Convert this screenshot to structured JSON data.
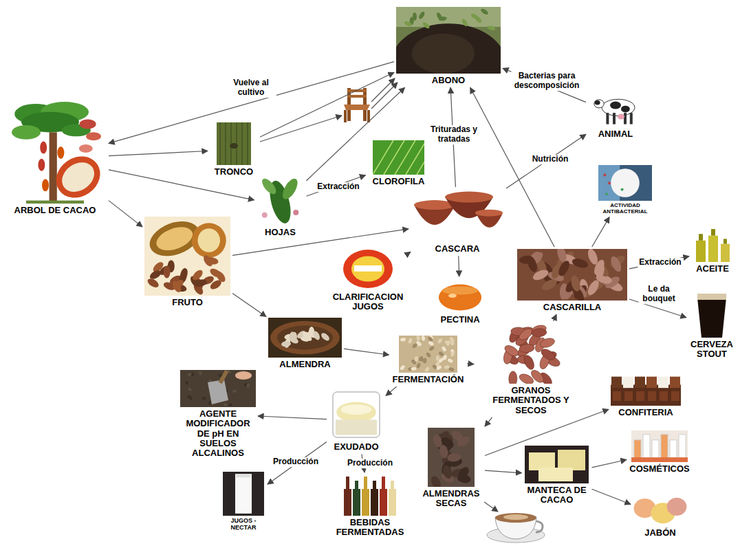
{
  "diagram": {
    "nodes": [
      {
        "text": [
          "ARBOL DE CACAO"
        ]
      },
      {
        "text": [
          "ABONO"
        ]
      },
      {
        "text": [
          "TRONCO"
        ]
      },
      {
        "text": [
          "HOJAS"
        ]
      },
      {
        "text": [
          "CLOROFILA"
        ]
      },
      {
        "text": [
          "ANIMAL"
        ]
      },
      {
        "text": [
          "ACTIVIDAD ANTIBACTERIAL"
        ]
      },
      {
        "text": [
          "FRUTO"
        ]
      },
      {
        "text": [
          "CASCARA"
        ]
      },
      {
        "text": [
          "CLARIFICACION JUGOS"
        ]
      },
      {
        "text": [
          "PECTINA"
        ]
      },
      {
        "text": [
          "CASCARILLA"
        ]
      },
      {
        "text": [
          "ACEITE"
        ]
      },
      {
        "text": [
          "CERVEZA STOUT"
        ]
      },
      {
        "text": [
          "ALMENDRA"
        ]
      },
      {
        "text": [
          "FERMENTACIÓN"
        ]
      },
      {
        "text": [
          "GRANOS FERMENTADOS Y SECOS"
        ]
      },
      {
        "text": [
          "AGENTE MODIFICADOR DE pH EN SUELOS ALCALINOS"
        ]
      },
      {
        "text": [
          "EXUDADO"
        ]
      },
      {
        "text": [
          "CONFITERIA"
        ]
      },
      {
        "text": [
          "COSMÉTICOS"
        ]
      },
      {
        "text": [
          "ALMENDRAS SECAS"
        ]
      },
      {
        "text": [
          "MANTECA DE CACAO"
        ]
      },
      {
        "text": [
          "JABÓN"
        ]
      },
      {
        "text": [
          "JUGOS - NECTAR"
        ]
      },
      {
        "text": [
          "BEBIDAS FERMENTADAS"
        ]
      }
    ],
    "edges": [
      {
        "from": 1,
        "to": 0,
        "label": "Vuelve al cultivo",
        "arrow": "to"
      },
      {
        "from": 0,
        "to": 2,
        "arrow": "to"
      },
      {
        "from": 0,
        "to": 3,
        "arrow": "to"
      },
      {
        "from": 0,
        "to": 7,
        "arrow": "to"
      },
      {
        "from": 2,
        "to": 1,
        "arrow": "to"
      },
      {
        "from": 3,
        "to": 1,
        "arrow": "to"
      },
      {
        "from": 3,
        "to": 4,
        "label": "Extracción",
        "arrow": "to"
      },
      {
        "from": 7,
        "to": 8,
        "arrow": "to"
      },
      {
        "from": 7,
        "to": 14,
        "arrow": "to"
      },
      {
        "from": 8,
        "to": 1,
        "label": "Trituradas y tratadas",
        "arrow": "to"
      },
      {
        "from": 8,
        "to": 5,
        "label": "Nutrición",
        "arrow": "to"
      },
      {
        "from": 5,
        "to": 1,
        "label": "Bacterias para descomposición",
        "arrow": "to"
      },
      {
        "from": 8,
        "to": 9,
        "arrow": "to"
      },
      {
        "from": 8,
        "to": 10,
        "arrow": "to"
      },
      {
        "from": 11,
        "to": 1,
        "arrow": "to"
      },
      {
        "from": 11,
        "to": 6,
        "arrow": "to"
      },
      {
        "from": 11,
        "to": 12,
        "label": "Extracción",
        "arrow": "to"
      },
      {
        "from": 11,
        "to": 13,
        "label": "Le da bouquet",
        "arrow": "to"
      },
      {
        "from": 14,
        "to": 15,
        "arrow": "to"
      },
      {
        "from": 15,
        "to": 16,
        "arrow": "to"
      },
      {
        "from": 16,
        "to": 11,
        "arrow": "to"
      },
      {
        "from": 15,
        "to": 18,
        "arrow": "to"
      },
      {
        "from": 18,
        "to": 17,
        "arrow": "to"
      },
      {
        "from": 18,
        "to": 24,
        "label": "Producción",
        "arrow": "to"
      },
      {
        "from": 18,
        "to": 25,
        "label": "Producción",
        "arrow": "to"
      },
      {
        "from": 16,
        "to": 21,
        "arrow": "to"
      },
      {
        "from": 21,
        "to": 19,
        "arrow": "to"
      },
      {
        "from": 21,
        "to": 22,
        "arrow": "to"
      },
      {
        "from": 22,
        "to": 20,
        "arrow": "to"
      },
      {
        "from": 22,
        "to": 23,
        "arrow": "to"
      }
    ]
  }
}
